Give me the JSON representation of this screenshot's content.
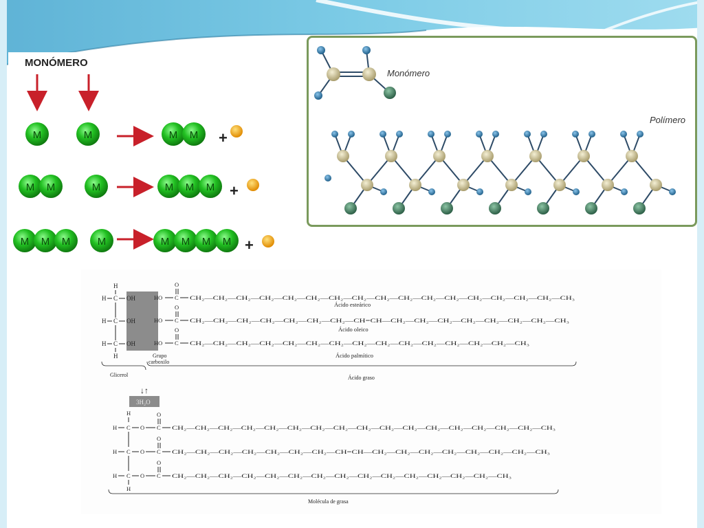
{
  "left": {
    "title": "MONÓMERO",
    "m": "M",
    "plus": "+"
  },
  "right": {
    "monomer_label": "Monómero",
    "polymer_label": "Polímero"
  },
  "chem": {
    "h": "H",
    "c": "C",
    "oh": "OH",
    "ho": "HO",
    "o": "O",
    "top_chains": [
      "CH₂—CH₂—CH₂—CH₂—CH₂—CH₂—CH₂—CH₂—CH₂—CH₂—CH₂—CH₂—CH₂—CH₂—CH₂—CH₂—CH₃",
      "CH₂—CH₂—CH₂—CH₂—CH₂—CH₂—CH₂—CH=CH—CH₂—CH₂—CH₂—CH₂—CH₂—CH₂—CH₂—CH₃",
      "CH₂—CH₂—CH₂—CH₂—CH₂—CH₂—CH₂—CH₂—CH₂—CH₂—CH₂—CH₂—CH₂—CH₂—CH₃"
    ],
    "acid_names": [
      "Ácido esteárico",
      "Ácido oleico",
      "Ácido palmítico"
    ],
    "grupo_line1": "Grupo",
    "grupo_line2": "carboxilo",
    "glicerol": "Glicerol",
    "acido_graso": "Ácido graso",
    "arrows": "↓↑",
    "water": "3H₂O",
    "bottom_chains": [
      "CH₂—CH₂—CH₂—CH₂—CH₂—CH₂—CH₂—CH₂—CH₂—CH₂—CH₂—CH₂—CH₂—CH₂—CH₂—CH₂—CH₃",
      "CH₂—CH₂—CH₂—CH₂—CH₂—CH₂—CH₂—CH=CH—CH₂—CH₂—CH₂—CH₂—CH₂—CH₂—CH₂—CH₃",
      "CH₂—CH₂—CH₂—CH₂—CH₂—CH₂—CH₂—CH₂—CH₂—CH₂—CH₂—CH₂—CH₂—CH₂—CH₃"
    ],
    "molecula": "Molécula de grasa"
  },
  "colors": {
    "monomer_green": "#22c022",
    "byproduct_orange": "#f2a51a",
    "arrow_red": "#c8202a",
    "frame_green": "#7a9a5c",
    "carbon_beige": "#d8d0a8",
    "hydrogen_blue": "#3a86b4",
    "chlorine_green": "#4c8a6a",
    "carboxyl_gray": "#8c8c8c",
    "header_teal": "#4aa3c8"
  }
}
